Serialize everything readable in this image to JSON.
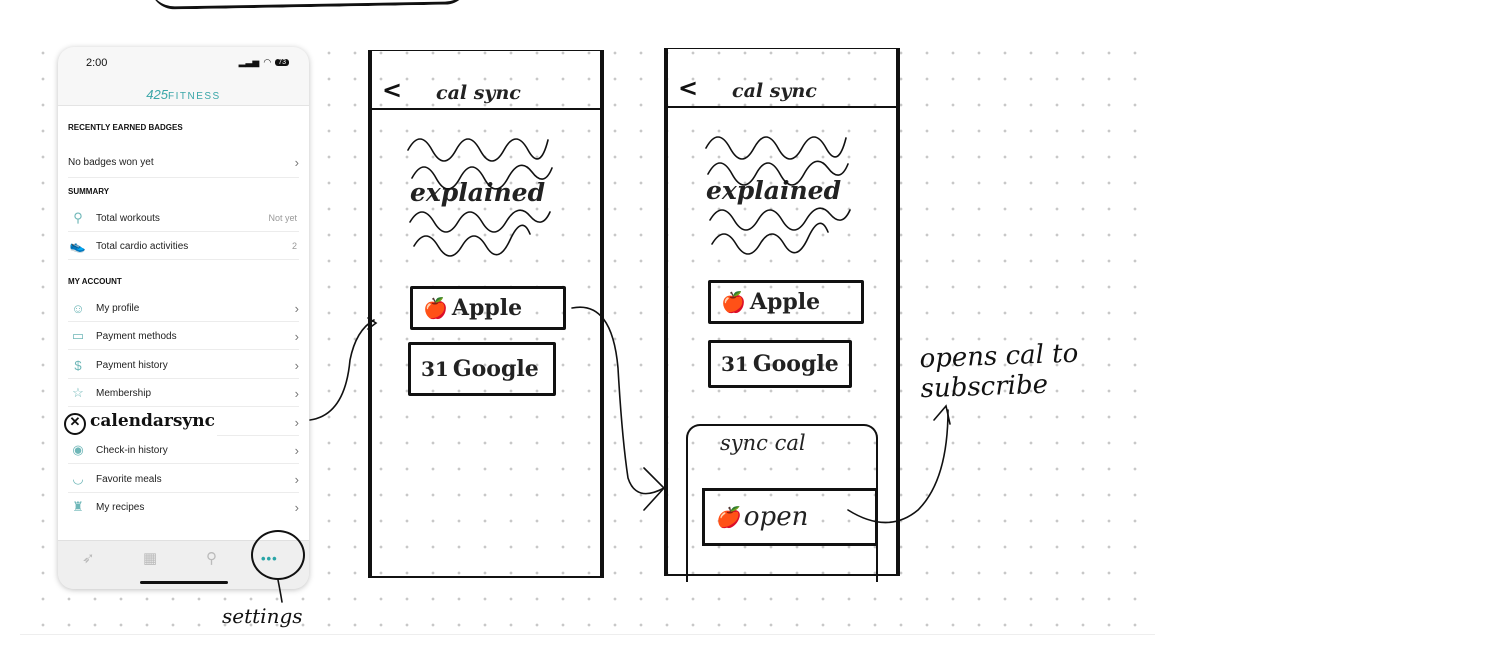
{
  "phone": {
    "time": "2:00",
    "battery": "73",
    "brand_number": "425",
    "brand_word": "FITNESS",
    "sections": {
      "badges": "RECENTLY EARNED BADGES",
      "summary": "SUMMARY",
      "account": "MY ACCOUNT"
    },
    "badges_row": "No badges won yet",
    "summary_rows": [
      {
        "label": "Total workouts",
        "value": "Not yet",
        "icon": "kettlebell-icon"
      },
      {
        "label": "Total cardio activities",
        "value": "2",
        "icon": "sneaker-icon"
      }
    ],
    "account_rows": [
      {
        "label": "My profile",
        "icon": "profile-icon"
      },
      {
        "label": "Payment methods",
        "icon": "wallet-icon"
      },
      {
        "label": "Payment history",
        "icon": "calendar-dollar-icon"
      },
      {
        "label": "Membership",
        "icon": "membership-card-icon"
      },
      {
        "label": "Check-in history",
        "icon": "location-check-icon"
      },
      {
        "label": "Favorite meals",
        "icon": "bowl-icon"
      },
      {
        "label": "My recipes",
        "icon": "chef-hat-icon"
      }
    ],
    "tabs": [
      "rocket-icon",
      "calendar-icon",
      "kettlebell-icon",
      "more-icon"
    ],
    "more_dots": "•••"
  },
  "handwriting": {
    "calendar_sync": "calendarsync",
    "settings": "settings",
    "note": "opens cal to subscribe"
  },
  "sketch1": {
    "back": "<",
    "title": "cal sync",
    "explained": "explained",
    "apple_button": "Apple",
    "google_button": "Google",
    "google_badge": "31"
  },
  "sketch2": {
    "back": "<",
    "title": "cal sync",
    "explained": "explained",
    "apple_button": "Apple",
    "google_button": "Google",
    "google_badge": "31",
    "sync_title": "sync cal",
    "open_button": "open"
  }
}
